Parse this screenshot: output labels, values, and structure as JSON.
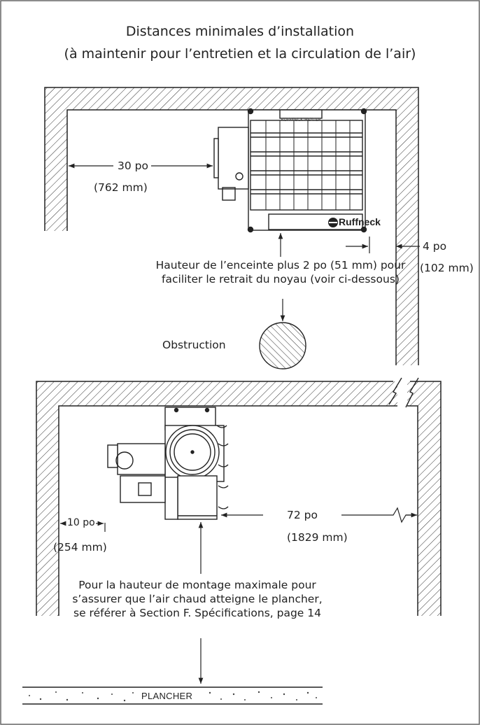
{
  "title": {
    "line1": "Distances minimales d’installation",
    "line2": "(à maintenir pour l’entretien et la circulation de l’air)"
  },
  "top_view": {
    "side_clearance": {
      "label": "30 po",
      "metric": "(762 mm)"
    },
    "rear_clearance": {
      "label": "4 po",
      "metric": "(102 mm)"
    },
    "core_note": "Hauteur de l’enceinte plus 2 po (51 mm) pour faciliter le retrait du noyau (voir ci-dessous)",
    "obstruction": "Obstruction",
    "brand": "Ruffneck",
    "nameplate": "RUFFNECK HEATER"
  },
  "side_view": {
    "wall_clearance": {
      "label": "10 po",
      "metric": "(254 mm)"
    },
    "front_clearance": {
      "label": "72 po",
      "metric": "(1829 mm)"
    },
    "mount_note": "Pour la hauteur de montage maximale pour s’assurer que l’air chaud atteigne le plancher, se référer à Section F. Spécifications, page 14",
    "floor": "PLANCHER"
  },
  "colors": {
    "line": "#222222",
    "border": "#555555",
    "background": "#ffffff"
  }
}
